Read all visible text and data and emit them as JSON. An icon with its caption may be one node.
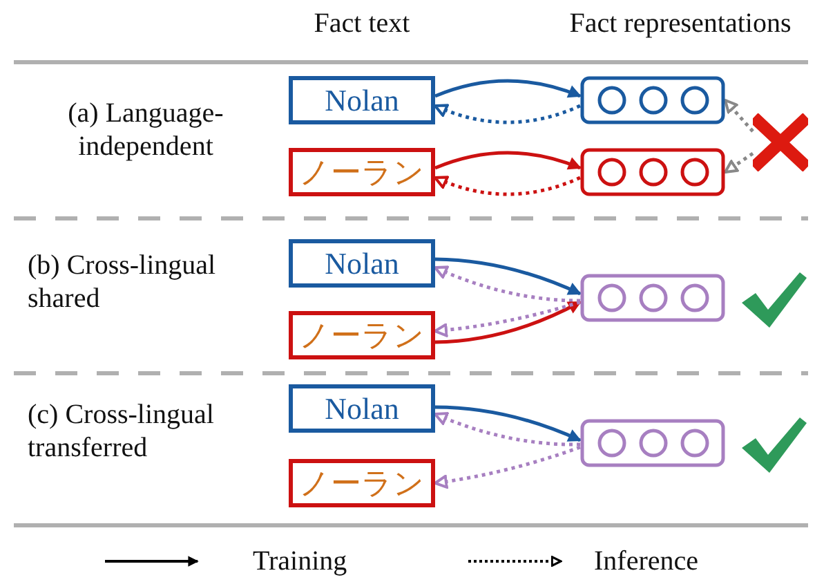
{
  "diagram": {
    "nodes": [
      {
        "text": [
          "Nolan"
        ]
      },
      {
        "text": [
          "ノーラン"
        ]
      },
      {
        "text": [],
        "shape": "box"
      },
      {
        "text": [],
        "shape": "box"
      },
      {
        "text": [],
        "shape": "picture"
      },
      {
        "text": [
          "Nolan"
        ]
      },
      {
        "text": [
          "ノーラン"
        ]
      },
      {
        "text": [],
        "shape": "box"
      },
      {
        "text": [
          "Nolan"
        ]
      },
      {
        "text": [
          "ノーラン"
        ]
      },
      {
        "text": [],
        "shape": "box"
      }
    ],
    "edges": [
      {
        "from": 0,
        "to": 2,
        "arrow": "to",
        "color": "#1a5aa0"
      },
      {
        "from": 2,
        "to": 0,
        "arrow": "to",
        "style": "dashed",
        "color": "#1a5aa0"
      },
      {
        "from": 1,
        "to": 3,
        "arrow": "to",
        "color": "#cc1111"
      },
      {
        "from": 3,
        "to": 1,
        "arrow": "to",
        "style": "dashed",
        "color": "#cc1111"
      },
      {
        "from": 4,
        "to": 2,
        "arrow": "to",
        "style": "dashed",
        "color": "#888888"
      },
      {
        "from": 4,
        "to": 3,
        "arrow": "to",
        "style": "dashed",
        "color": "#888888"
      },
      {
        "from": 5,
        "to": 7,
        "arrow": "to",
        "color": "#1a5aa0"
      },
      {
        "from": 7,
        "to": 5,
        "arrow": "to",
        "style": "dashed",
        "color": "#a77fc1"
      },
      {
        "from": 6,
        "to": 7,
        "arrow": "to",
        "color": "#cc1111"
      },
      {
        "from": 7,
        "to": 6,
        "arrow": "to",
        "style": "dashed",
        "color": "#a77fc1"
      },
      {
        "from": 8,
        "to": 10,
        "arrow": "to",
        "color": "#1a5aa0"
      },
      {
        "from": 10,
        "to": 8,
        "arrow": "to",
        "style": "dashed",
        "color": "#a77fc1"
      },
      {
        "from": 10,
        "to": 9,
        "arrow": "to",
        "style": "dashed",
        "color": "#a77fc1"
      }
    ],
    "labels": [
      "Fact text",
      "Fact representations",
      "(a) Language-independent",
      "(b) Cross-lingual shared",
      "(c) Cross-lingual transferred"
    ],
    "legend": [
      {
        "text": "Training"
      },
      {
        "text": "Inference"
      }
    ]
  }
}
